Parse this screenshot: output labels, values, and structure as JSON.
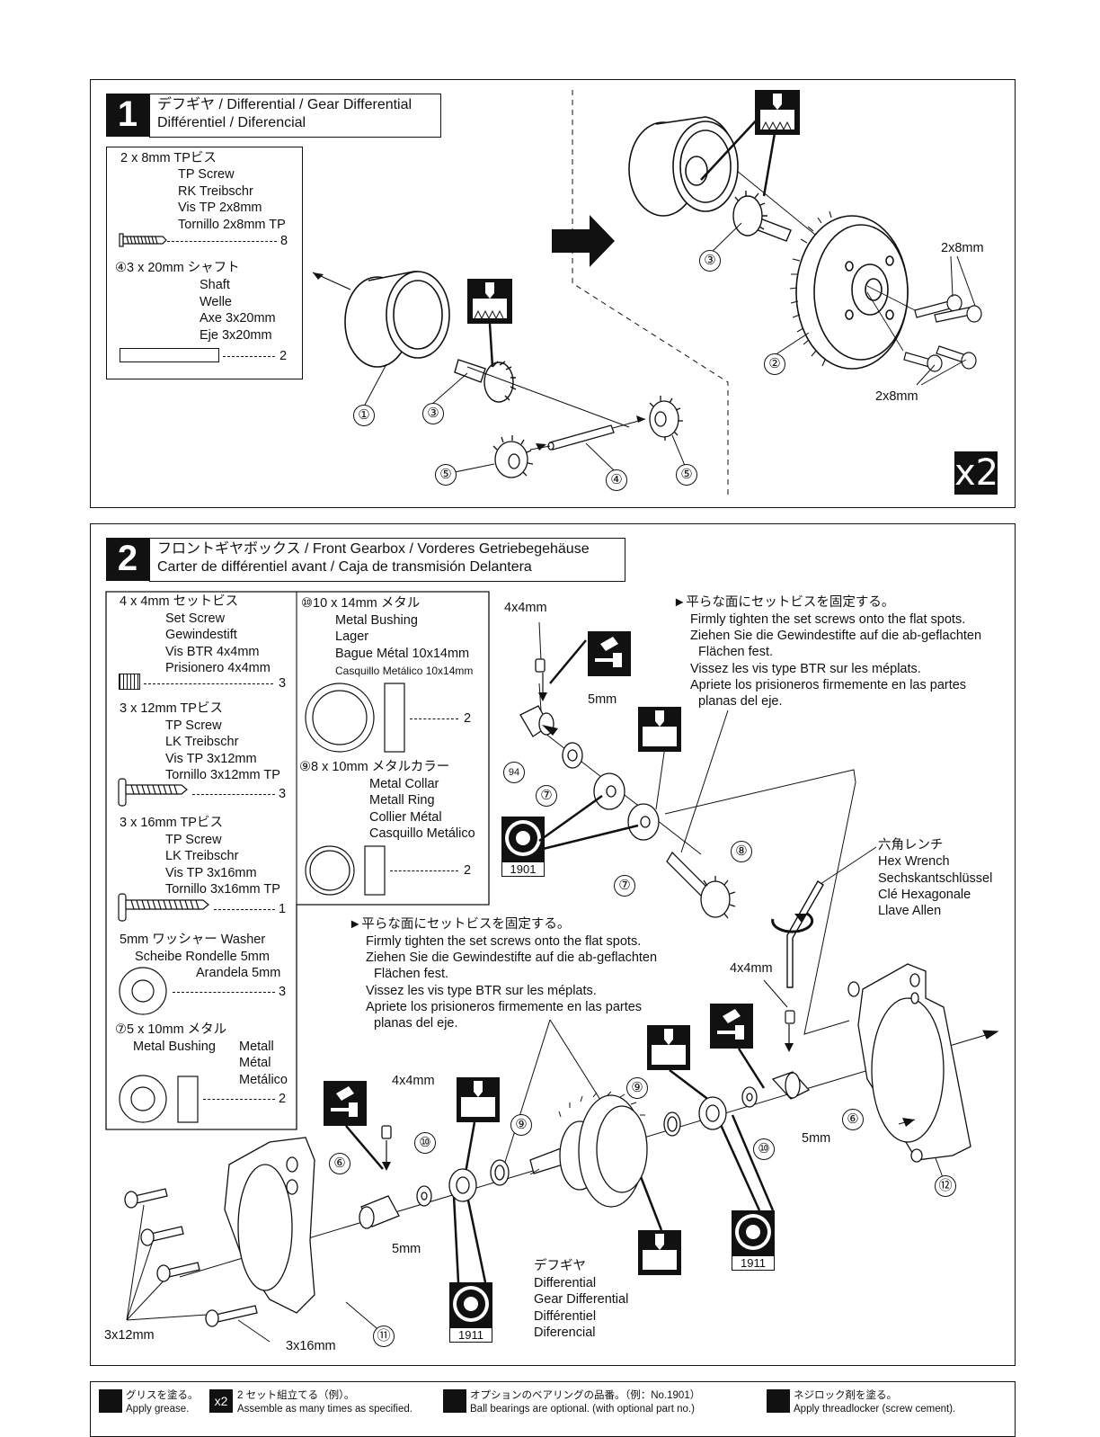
{
  "step1": {
    "number": "1",
    "title_line1": "デフギヤ / Differential / Gear Differential",
    "title_line2": "Différentiel / Diferencial",
    "parts": {
      "screw": {
        "size": "2 x 8mm TPビス",
        "names": [
          "TP Screw",
          "RK Treibschr",
          "Vis TP 2x8mm",
          "Tornillo 2x8mm TP"
        ],
        "qty": "8"
      },
      "shaft": {
        "size": "3 x 20mm シャフト",
        "names": [
          "Shaft",
          "Welle",
          "Axe 3x20mm",
          "Eje 3x20mm"
        ],
        "qty": "2"
      }
    },
    "callouts": [
      "①",
      "③",
      "④",
      "⑤",
      "⑤",
      "③",
      "②"
    ],
    "screw_label_top": "2x8mm",
    "screw_label_bottom": "2x8mm",
    "repeat": "x2"
  },
  "step2": {
    "number": "2",
    "title_line1": "フロントギヤボックス / Front Gearbox / Vorderes Getriebegehäuse",
    "title_line2": "Carter de différentiel avant / Caja de transmisión Delantera",
    "parts_left": [
      {
        "size": "4 x 4mm  セットビス",
        "names": [
          "Set Screw",
          "Gewindestift",
          "Vis BTR 4x4mm",
          "Prisionero 4x4mm"
        ],
        "qty": "3"
      },
      {
        "size": "3 x 12mm TPビス",
        "names": [
          "TP Screw",
          "LK Treibschr",
          "Vis TP 3x12mm",
          "Tornillo 3x12mm TP"
        ],
        "qty": "3"
      },
      {
        "size": "3 x 16mm TPビス",
        "names": [
          "TP Screw",
          "LK Treibschr",
          "Vis TP 3x16mm",
          "Tornillo 3x16mm TP"
        ],
        "qty": "1"
      }
    ],
    "washer": {
      "line1": "5mm ワッシャー  Washer",
      "line2": "Scheibe  Rondelle 5mm",
      "line3": "Arandela 5mm",
      "qty": "3"
    },
    "bushing7": {
      "line1": "⑦5 x 10mm  メタル",
      "line2a": "Metal Bushing",
      "line2b": "Metall",
      "line3": "Métal",
      "line4": "Metálico",
      "qty": "2"
    },
    "bushing10": {
      "size": "⑩10 x 14mm  メタル",
      "names": [
        "Metal Bushing",
        "Lager",
        "Bague Métal 10x14mm",
        "Casquillo Metálico 10x14mm"
      ],
      "qty": "2"
    },
    "collar9": {
      "size": "⑨8 x 10mm  メタルカラー",
      "names": [
        "Metal Collar",
        "Metall Ring",
        "Collier Métal",
        "Casquillo Metálico"
      ],
      "qty": "2"
    },
    "note": {
      "jp": "平らな面にセットビスを固定する。",
      "lines": [
        "Firmly tighten the set screws onto the flat spots.",
        "Ziehen Sie die Gewindestifte auf die ab-geflachten",
        "Flächen fest.",
        "Vissez les vis type BTR sur les méplats.",
        "Apriete los prisioneros firmemente en las partes",
        "planas del eje."
      ]
    },
    "hex_wrench": [
      "六角レンチ",
      "Hex Wrench",
      "Sechskantschlüssel",
      "Clé Hexagonale",
      "Llave Allen"
    ],
    "differential": [
      "デフギヤ",
      "Differential",
      "Gear Differential",
      "Différentiel",
      "Diferencial"
    ],
    "labels": {
      "a": "4x4mm",
      "b": "5mm",
      "c": "4x4mm",
      "d": "4x4mm",
      "e": "5mm",
      "f": "5mm",
      "g": "3x12mm",
      "h": "3x16mm",
      "bearing1": "1901",
      "bearing2": "1911",
      "bearing3": "1911"
    },
    "callouts": [
      "94",
      "⑦",
      "⑧",
      "⑦",
      "⑨",
      "⑩",
      "⑥",
      "⑫",
      "⑥",
      "⑩",
      "⑨",
      "⑪"
    ]
  },
  "legend": {
    "grease_jp": "グリスを塗る。",
    "grease_en": "Apply grease.",
    "sets_jp": "2 セット組立てる（例）。",
    "sets_en": "Assemble as many times as specified.",
    "sets_icon": "x2",
    "bearing_jp": "オプションのベアリングの品番。（例：No.1901）",
    "bearing_en": "Ball bearings are optional. (with optional part no.)",
    "lock_jp": "ネジロック剤を塗る。",
    "lock_en": "Apply threadlocker (screw cement)."
  }
}
